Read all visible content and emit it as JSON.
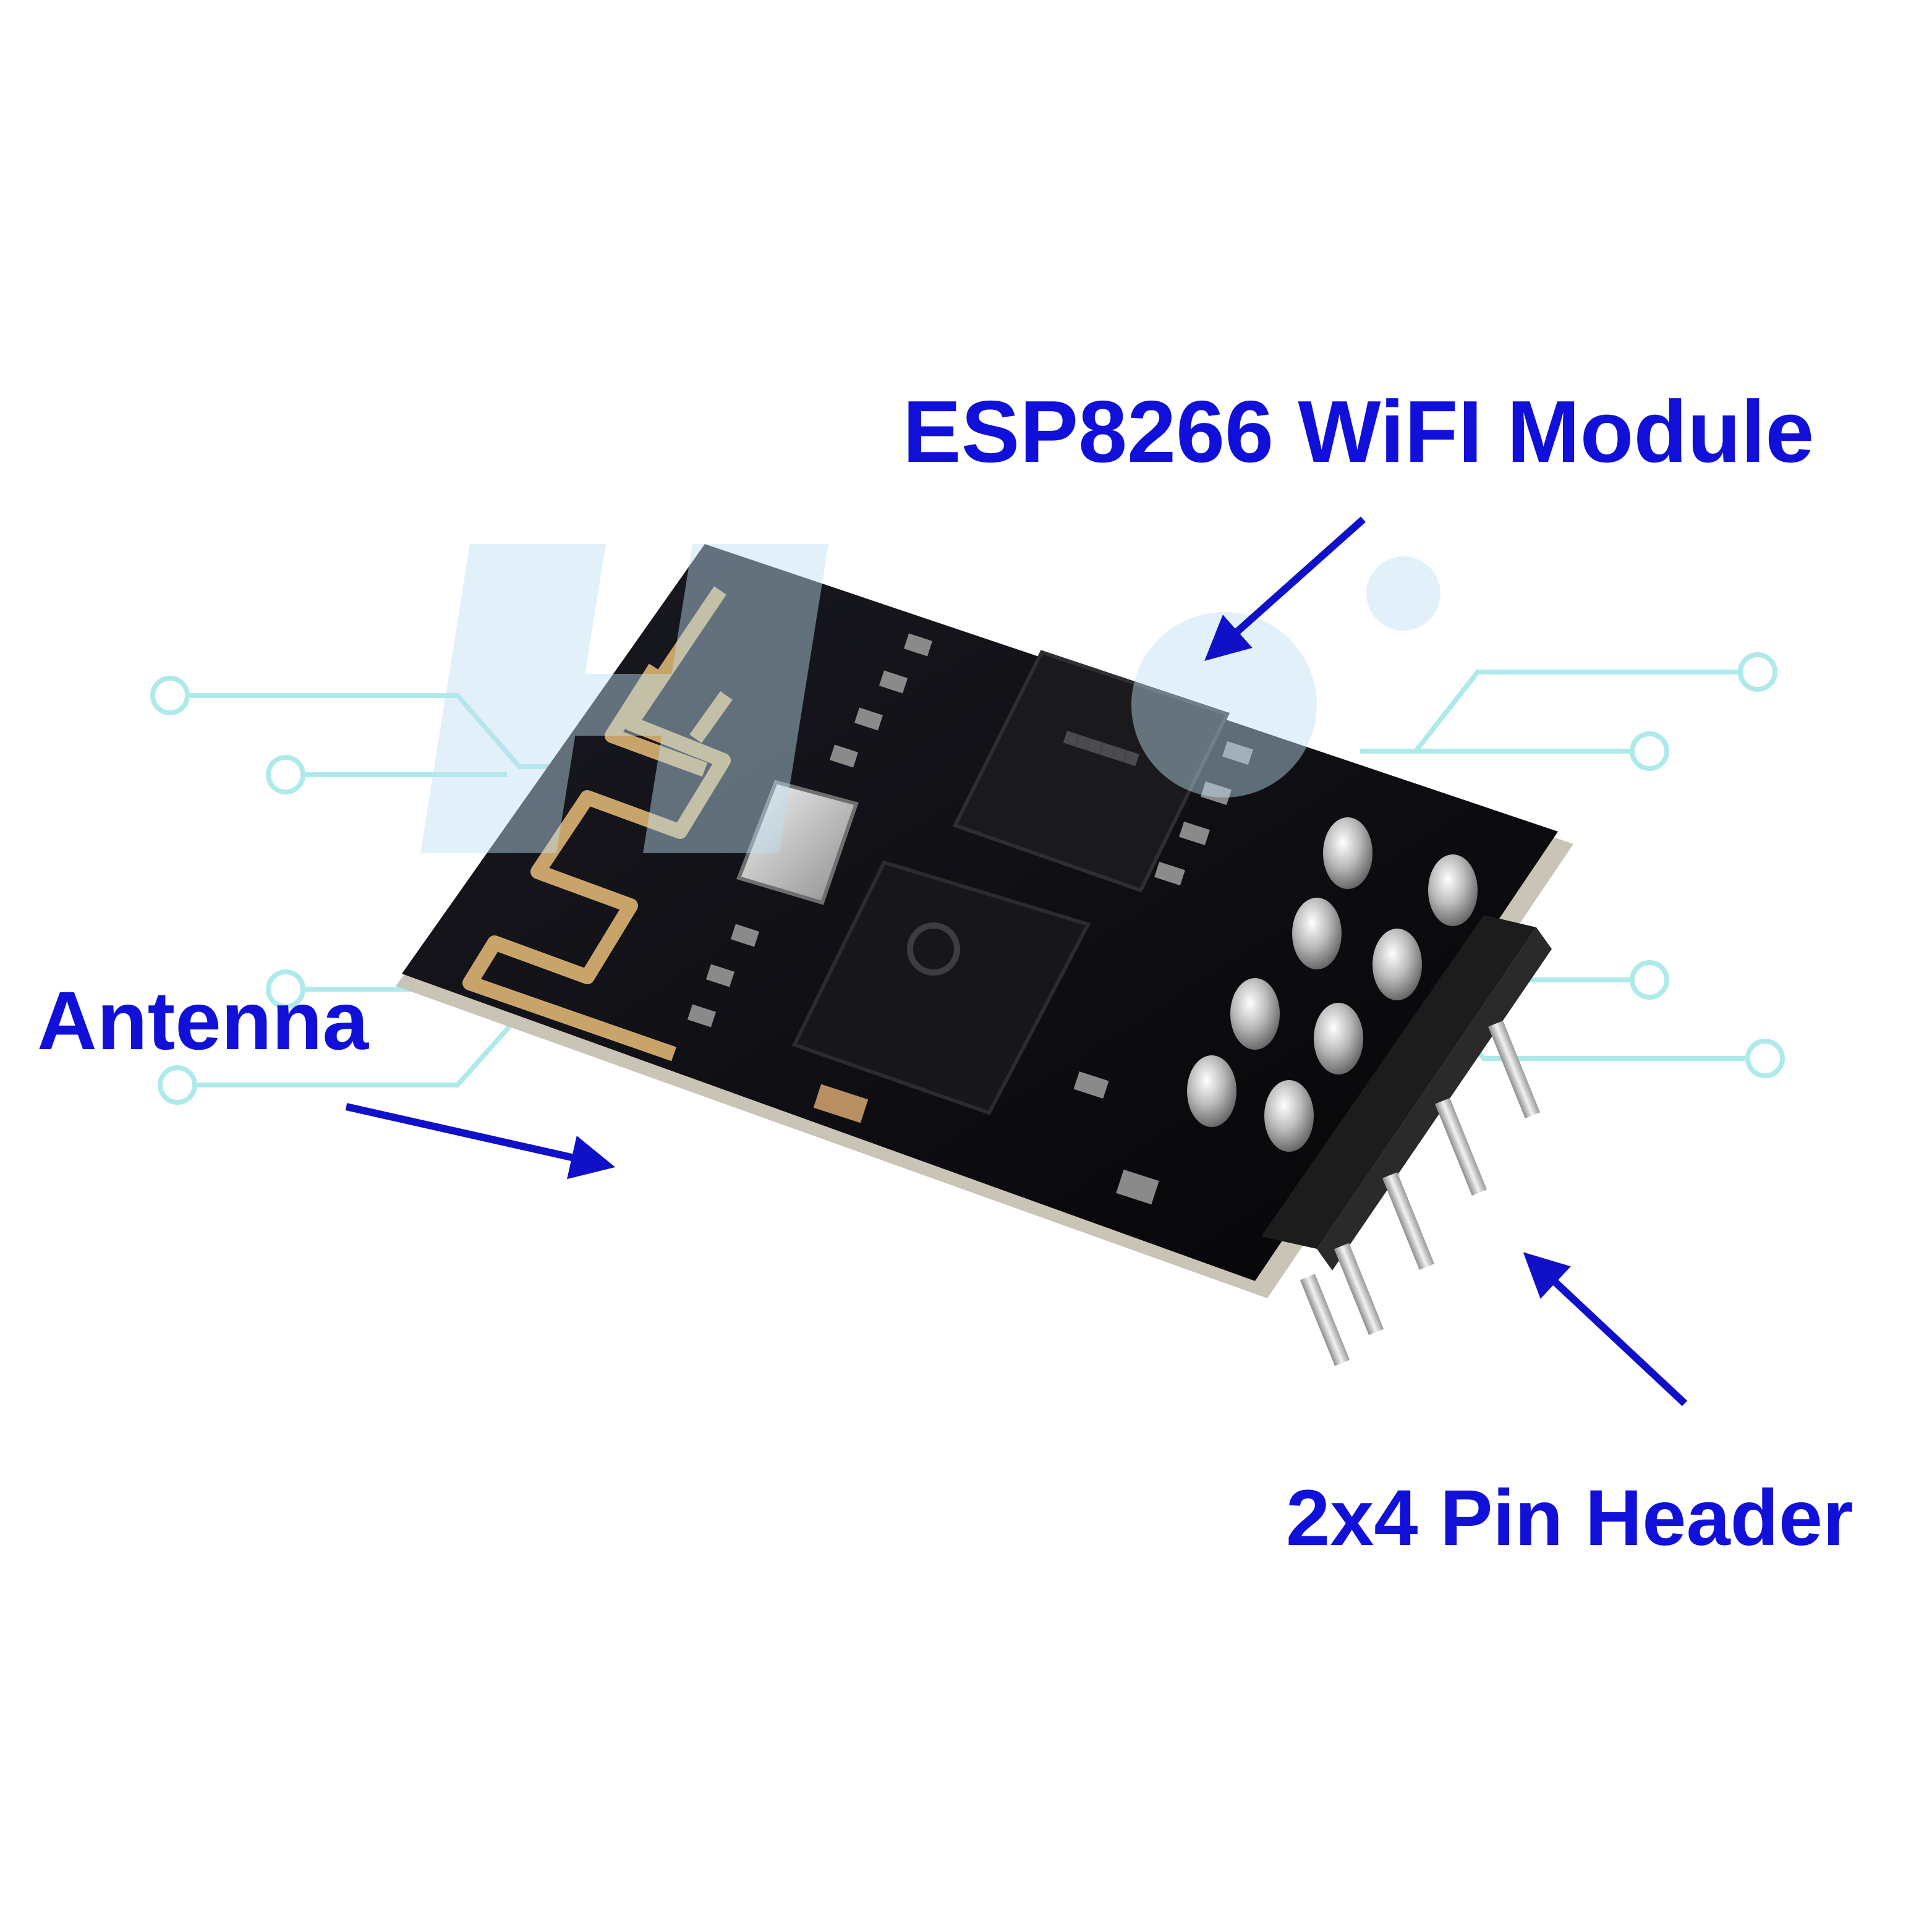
{
  "colors": {
    "label": "#1010d8",
    "arrow": "#1010c8",
    "pcb": "#0d0d12",
    "pcb_edge": "#c9c4b6",
    "antenna_trace": "#c9a46a",
    "chip": "#1a1a1d",
    "pin": "#cfcfcf",
    "watermark": "#bfe0f2",
    "circuit_line": "#aeeaea"
  },
  "labels": {
    "module": "ESP8266 WiFI Module",
    "antenna": "Antenna",
    "header": "2x4 Pin Header"
  },
  "icons": {
    "module_arrow": "arrow-down-left-icon",
    "antenna_arrow": "arrow-right-icon",
    "header_arrow": "arrow-up-left-icon"
  }
}
